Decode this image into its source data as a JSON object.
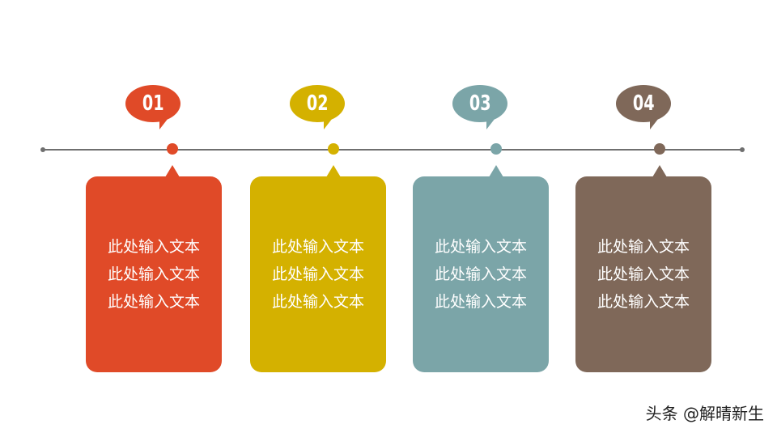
{
  "steps": [
    {
      "number": "01",
      "color": "#e04a28",
      "lines": [
        "此处输入文本",
        "此处输入文本",
        "此处输入文本"
      ]
    },
    {
      "number": "02",
      "color": "#d4b100",
      "lines": [
        "此处输入文本",
        "此处输入文本",
        "此处输入文本"
      ]
    },
    {
      "number": "03",
      "color": "#7ba5a8",
      "lines": [
        "此处输入文本",
        "此处输入文本",
        "此处输入文本"
      ]
    },
    {
      "number": "04",
      "color": "#7f6859",
      "lines": [
        "此处输入文本",
        "此处输入文本",
        "此处输入文本"
      ]
    }
  ],
  "watermark": "头条 @解晴新生",
  "line_color": "#6f6f6f"
}
